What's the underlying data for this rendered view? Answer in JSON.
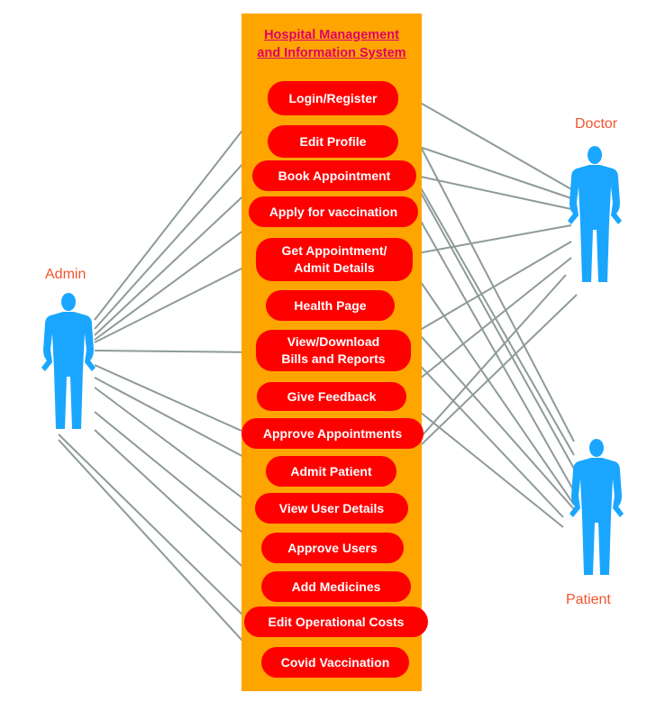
{
  "system": {
    "title_line1": "Hospital Management",
    "title_line2": "and Information System"
  },
  "actors": {
    "admin": "Admin",
    "doctor": "Doctor",
    "patient": "Patient"
  },
  "use_cases": [
    "Login/Register",
    "Edit Profile",
    "Book Appointment",
    "Apply for vaccination",
    "Get Appointment/\nAdmit Details",
    "Health Page",
    "View/Download\nBills and Reports",
    "Give Feedback",
    "Approve Appointments",
    "Admit Patient",
    "View User Details",
    "Approve Users",
    "Add Medicines",
    "Edit Operational Costs",
    "Covid Vaccination"
  ],
  "colors": {
    "system_box": "#ffa500",
    "use_case_fill": "#ff0000",
    "title_text": "#e0006b",
    "actor_figure": "#1aa6ff",
    "actor_label": "#f2542d",
    "association_line": "#8e9a9a"
  }
}
